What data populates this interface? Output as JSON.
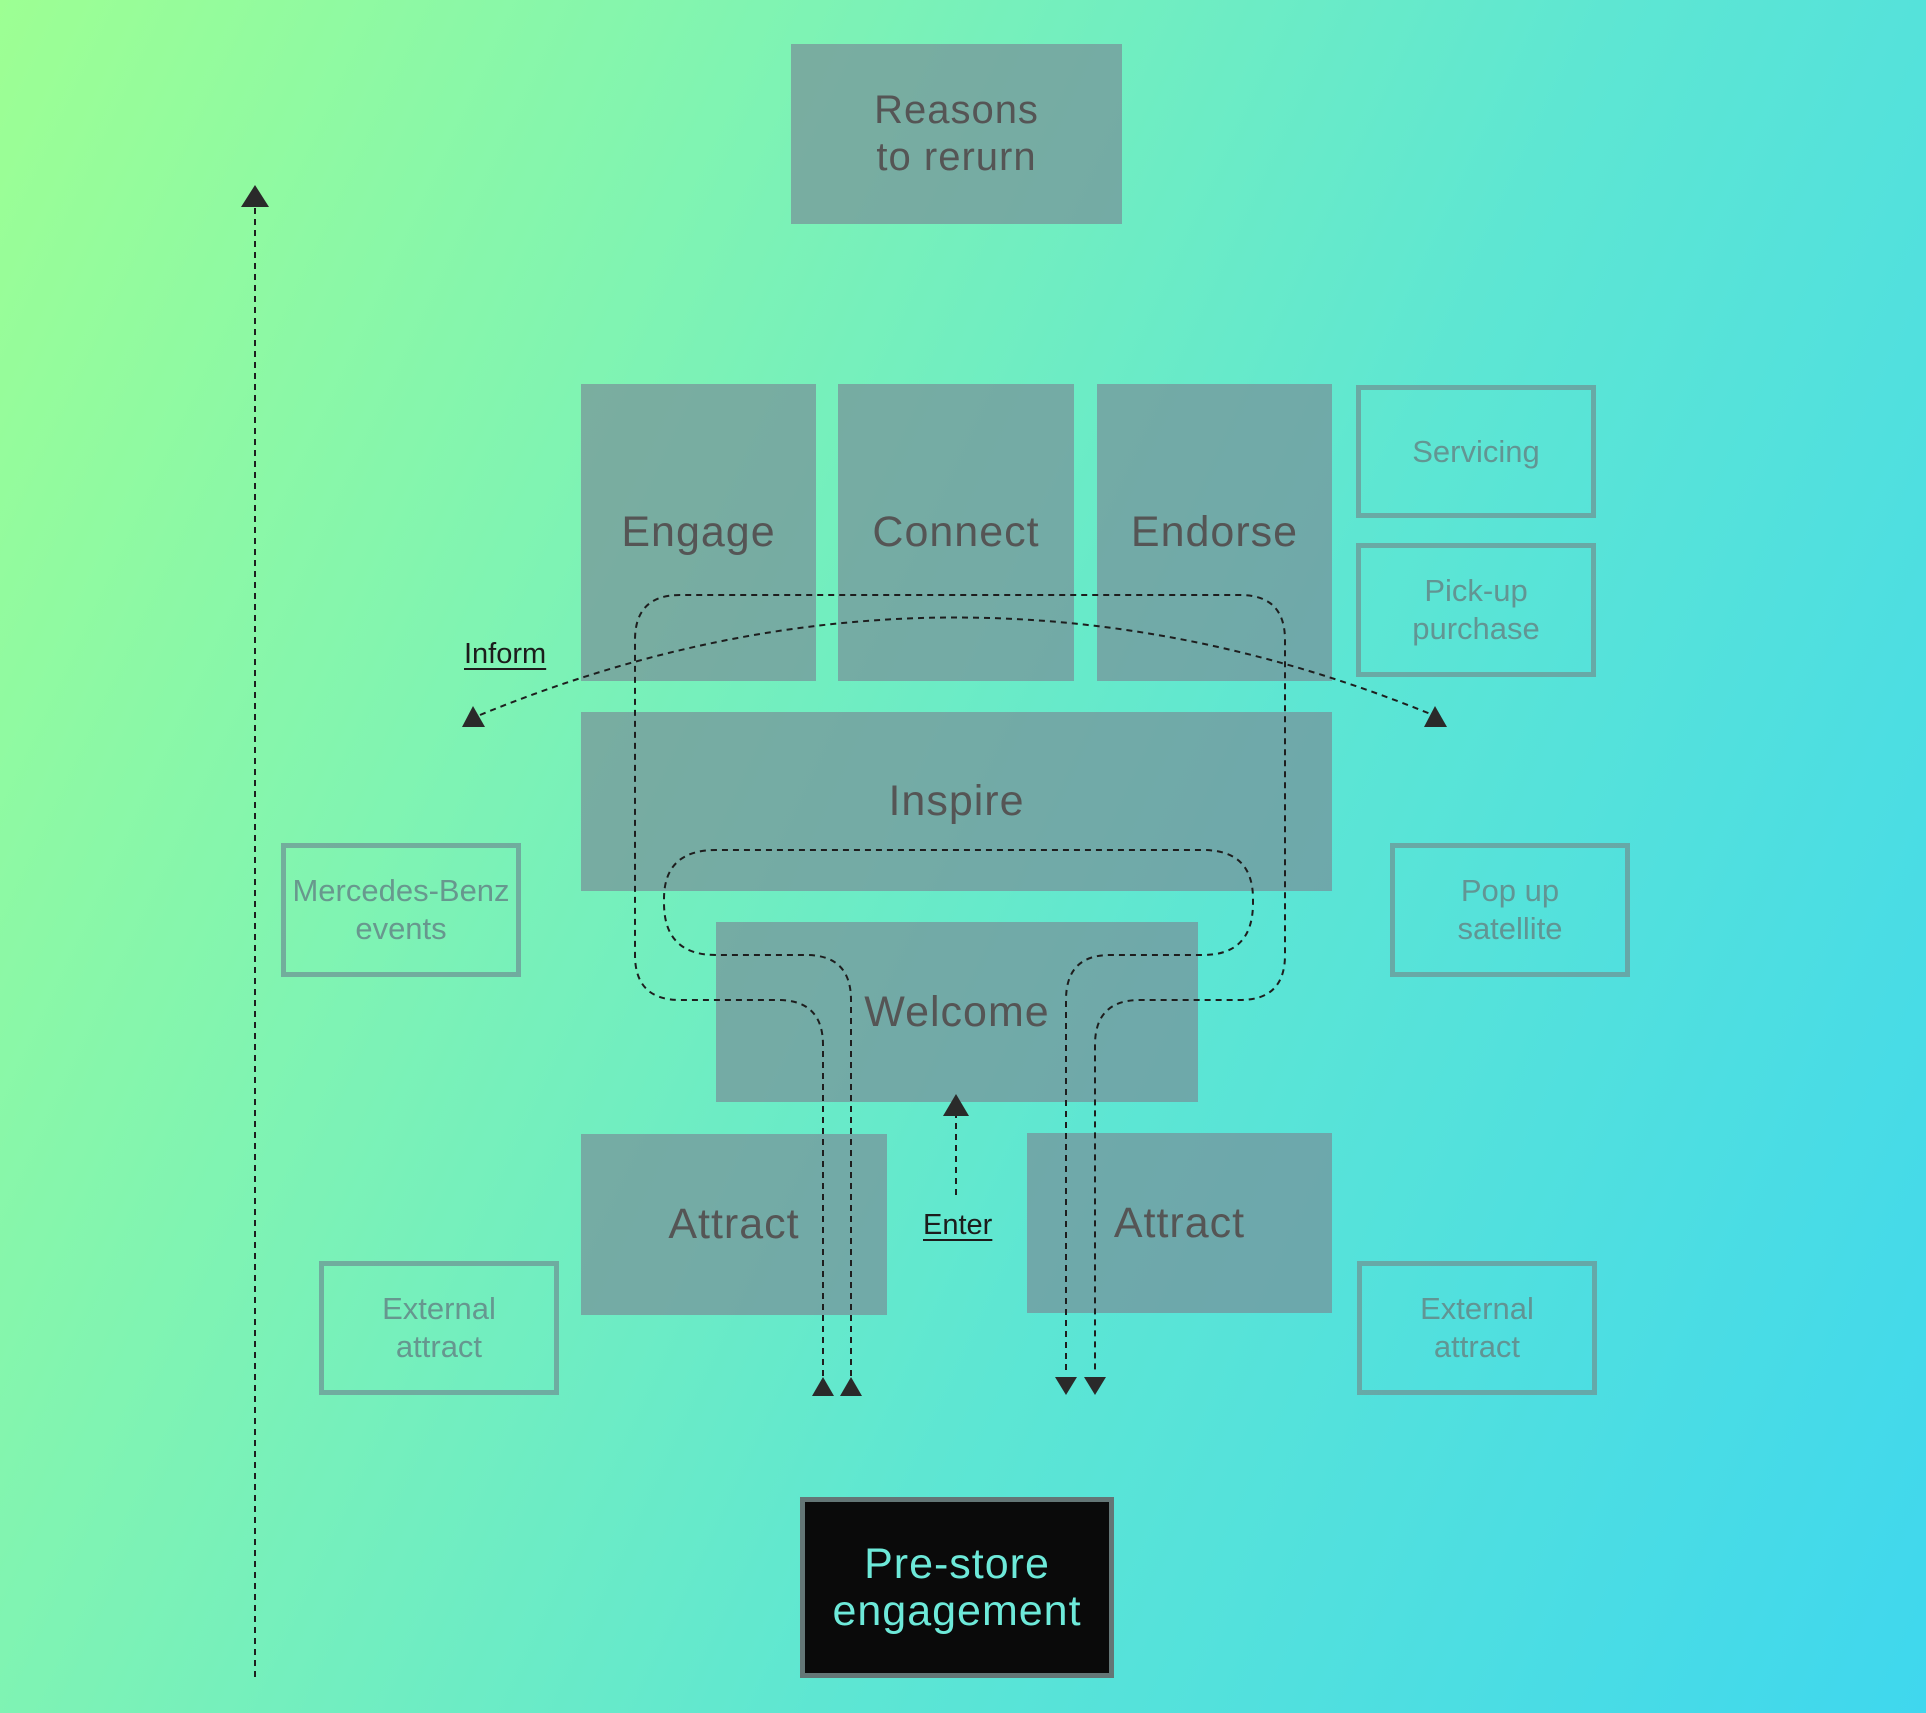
{
  "top": {
    "label": "Reasons\nto rerurn"
  },
  "stages": {
    "engage": "Engage",
    "connect": "Connect",
    "endorse": "Endorse",
    "inspire": "Inspire",
    "welcome": "Welcome",
    "attract_left": "Attract",
    "attract_right": "Attract"
  },
  "side_boxes": {
    "servicing": "Servicing",
    "pickup": "Pick-up\npurchase",
    "events": "Mercedes-Benz\nevents",
    "popup": "Pop up\nsatellite",
    "external_left": "External\nattract",
    "external_right": "External\nattract"
  },
  "labels": {
    "inform": "Inform",
    "enter": "Enter"
  },
  "bottom": {
    "label": "Pre-store\nengagement"
  }
}
